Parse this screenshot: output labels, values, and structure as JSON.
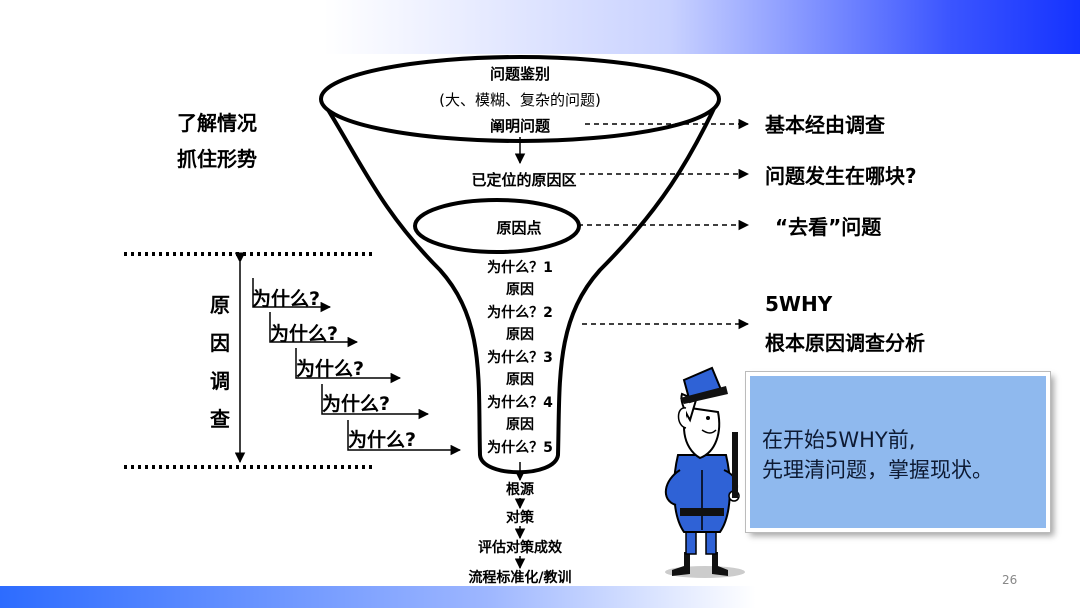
{
  "slide": {
    "page_number": "26"
  },
  "left_notes": {
    "line1": "了解情况",
    "line2": "抓住形势"
  },
  "funnel": {
    "title": "问题鉴别",
    "subtitle": "(大、模糊、复杂的问题)",
    "clarify": "阐明问题",
    "located_area": "已定位的原因区",
    "cause_point": "原因点",
    "whys": [
      "为什么？1",
      "为什么？2",
      "为什么？3",
      "为什么？4",
      "为什么？5"
    ],
    "cause_label": "原因"
  },
  "right_labels": {
    "basic_survey": "基本经由调查",
    "where": "问题发生在哪块?",
    "go_see": "“去看”问题",
    "five_why": "5WHY",
    "root_cause_analysis": "根本原因调查分析"
  },
  "cause_investigation": {
    "vertical_chars": [
      "原",
      "因",
      "调",
      "查"
    ],
    "steps": [
      "为什么?",
      "为什么?",
      "为什么?",
      "为什么?",
      "为什么?"
    ]
  },
  "bottom_flow": [
    "根源",
    "对策",
    "评估对策成效",
    "流程标准化/教训"
  ],
  "callout": {
    "line1": "在开始5WHY前,",
    "line2": "先理清问题，掌握现状。"
  },
  "colors": {
    "callout_bg": "#8fb9ee",
    "top_bar": "#1533ff",
    "bottom_bar": "#2d6cff",
    "police_blue": "#2f62d6"
  }
}
